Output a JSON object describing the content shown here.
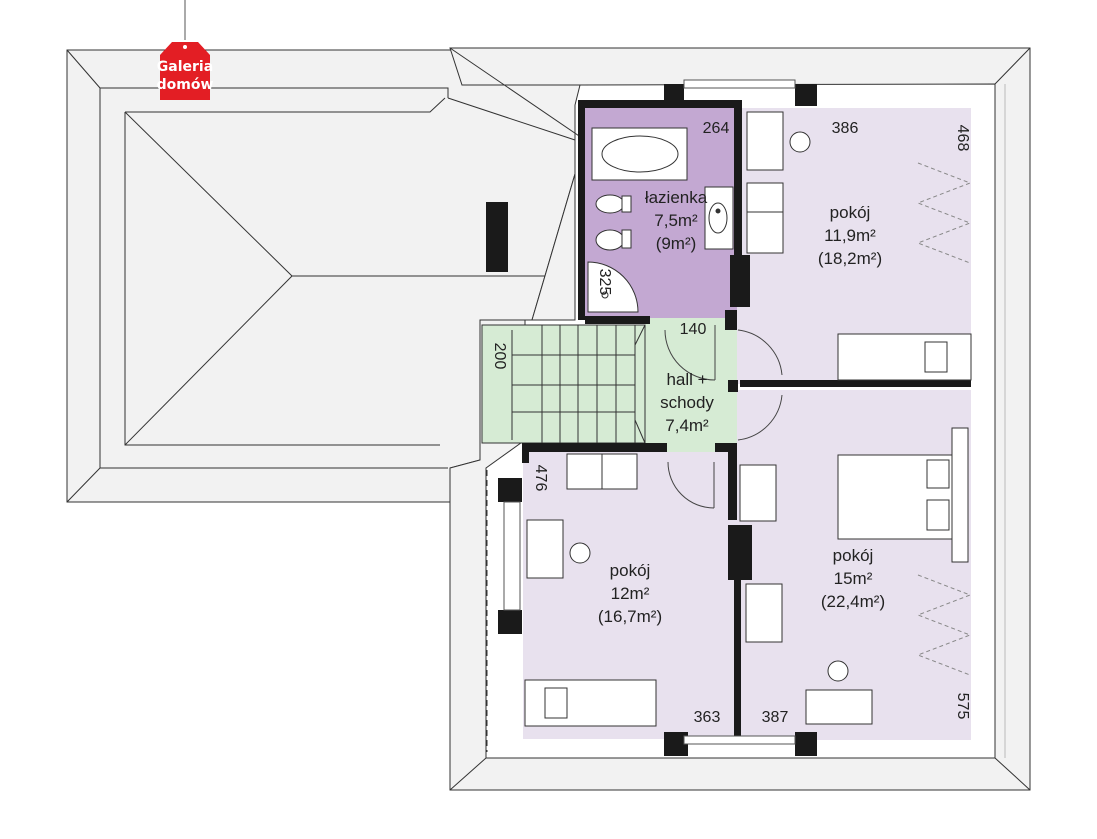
{
  "logo": {
    "line1": "Galeria",
    "line2": "domów",
    "color": "#e31e24"
  },
  "colors": {
    "roof": "#f2f2f2",
    "bedroom": "#e8e1ee",
    "bathroom": "#c3a8d2",
    "hall": "#d6ebd4",
    "wall": "#1a1a1a"
  },
  "rooms": {
    "bathroom": {
      "name": "łazienka",
      "area": "7,5m²",
      "gross": "(9m²)"
    },
    "room_ne": {
      "name": "pokój",
      "area": "11,9m²",
      "gross": "(18,2m²)"
    },
    "hall": {
      "name": "hall +",
      "name2": "schody",
      "area": "7,4m²"
    },
    "room_sw": {
      "name": "pokój",
      "area": "12m²",
      "gross": "(16,7m²)"
    },
    "room_se": {
      "name": "pokój",
      "area": "15m²",
      "gross": "(22,4m²)"
    }
  },
  "dimensions": {
    "bath_width": "264",
    "shower": "325",
    "room_ne_width": "386",
    "room_ne_height": "468",
    "hall_width": "140",
    "stairs": "200",
    "room_sw_height": "476",
    "room_sw_width": "363",
    "room_se_width": "387",
    "room_se_height": "575"
  }
}
